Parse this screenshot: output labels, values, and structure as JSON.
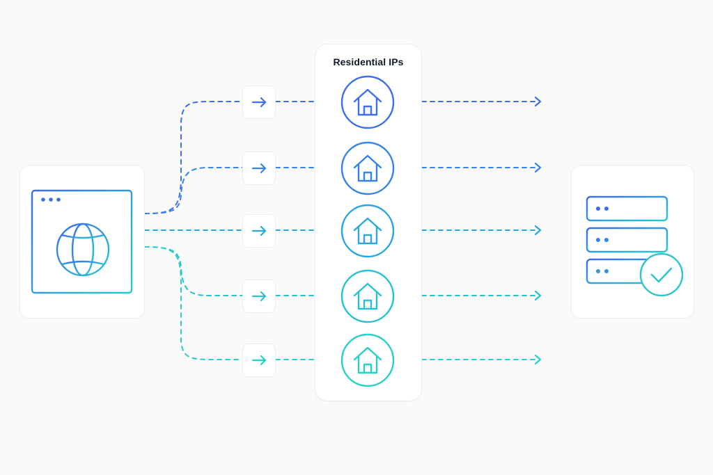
{
  "panel": {
    "title": "Residential IPs"
  },
  "colors": {
    "gradient_start": "#3b6cf0",
    "gradient_end": "#26d3c5",
    "card_border": "#eceef3",
    "background": "#fafafb"
  },
  "icons": {
    "client": "browser-globe-icon",
    "proxy": "house-icon",
    "server": "server-stack-icon",
    "check": "check-circle-icon",
    "arrow": "arrow-right-icon"
  },
  "routes": [
    {
      "id": "route-1",
      "color": "#3c6ef0"
    },
    {
      "id": "route-2",
      "color": "#3483ea"
    },
    {
      "id": "route-3",
      "color": "#2ba5df"
    },
    {
      "id": "route-4",
      "color": "#27c1d4"
    },
    {
      "id": "route-5",
      "color": "#25d0c9"
    }
  ]
}
